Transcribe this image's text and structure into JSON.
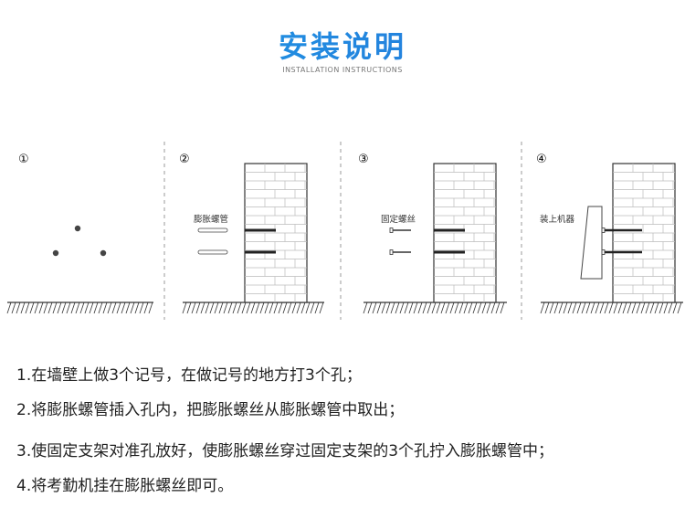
{
  "header": {
    "title": "安装说明",
    "subtitle": "INSTALLATION INSTRUCTIONS"
  },
  "panels": [
    {
      "number": "①",
      "label": ""
    },
    {
      "number": "②",
      "label": "膨胀螺管"
    },
    {
      "number": "③",
      "label": "固定螺丝"
    },
    {
      "number": "④",
      "label": "装上机器"
    }
  ],
  "steps": [
    "1.在墙壁上做3个记号，在做记号的地方打3个孔；",
    "2.将膨胀螺管插入孔内，把膨胀螺丝从膨胀螺管中取出；",
    "3.使固定支架对准孔放好，使膨胀螺丝穿过固定支架的3个孔拧入膨胀螺管中；",
    "4.将考勤机挂在膨胀螺丝即可。"
  ]
}
